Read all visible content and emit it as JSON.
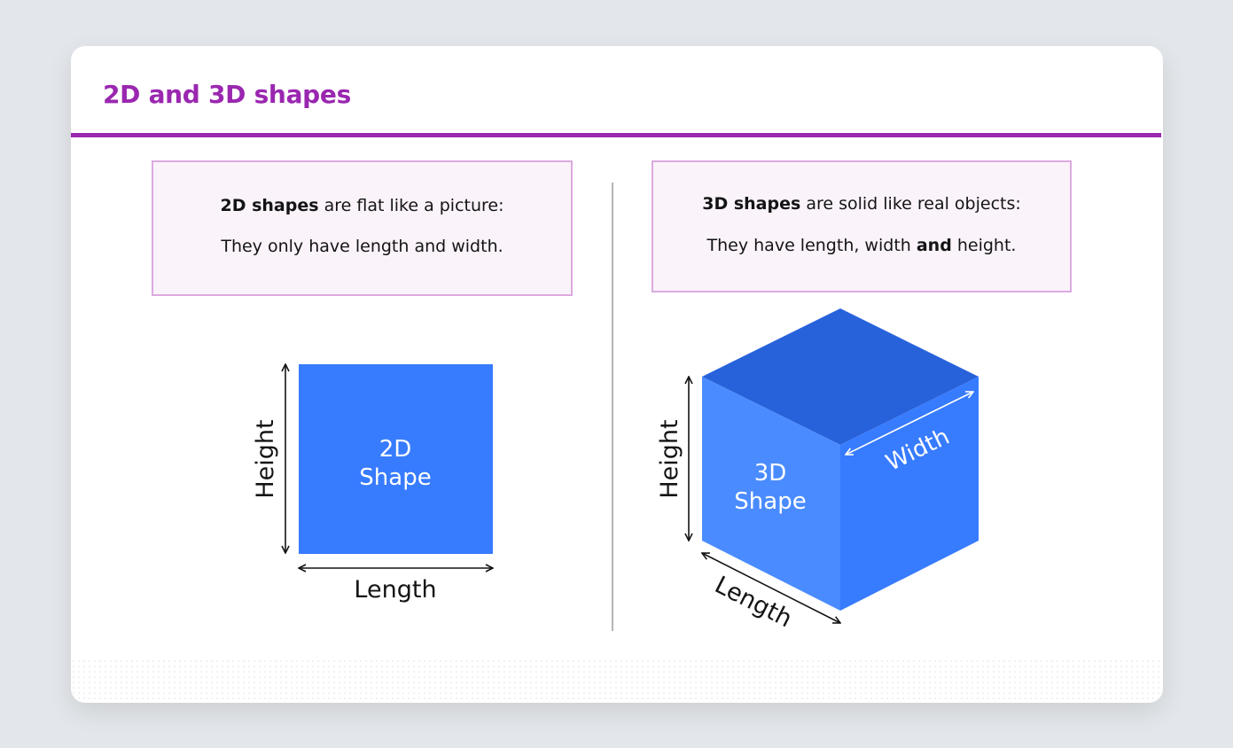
{
  "title": "2D and 3D shapes",
  "left_box": {
    "line1_bold": "2D shapes",
    "line1_rest": " are flat like a picture:",
    "line2": "They only have length and width."
  },
  "right_box": {
    "line1_bold": "3D shapes",
    "line1_rest": " are solid like real objects:",
    "line2_pre": "They have length, width ",
    "line2_bold": "and",
    "line2_post": " height."
  },
  "square": {
    "label_line1": "2D",
    "label_line2": "Shape",
    "height_label": "Height",
    "length_label": "Length"
  },
  "cube": {
    "label_line1": "3D",
    "label_line2": "Shape",
    "height_label": "Height",
    "length_label": "Length",
    "width_label": "Width"
  },
  "colors": {
    "accent": "#9a27b0",
    "square_fill": "#377bff",
    "cube_top": "#2862db",
    "cube_front": "#4a8cff",
    "cube_side": "#377bff"
  }
}
